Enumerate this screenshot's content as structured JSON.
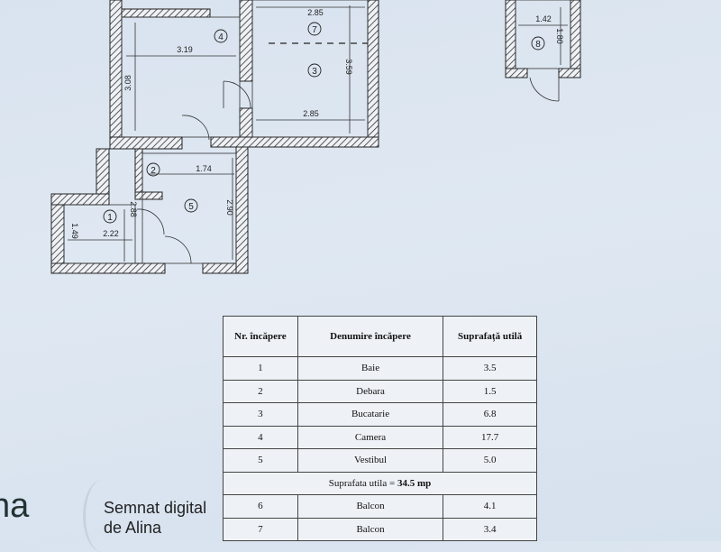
{
  "plan": {
    "rooms": [
      {
        "no": "1",
        "dims": [
          "2.22",
          "2.88",
          "1.49"
        ]
      },
      {
        "no": "2",
        "dims": []
      },
      {
        "no": "3",
        "dims": [
          "2.85",
          "3.59"
        ]
      },
      {
        "no": "4",
        "dims": [
          "3.19",
          "3.08"
        ]
      },
      {
        "no": "5",
        "dims": [
          "1.74",
          "2.90"
        ]
      },
      {
        "no": "7",
        "dims": [
          "2.85"
        ]
      },
      {
        "no": "8",
        "dims": [
          "1.42",
          "1.80"
        ]
      }
    ]
  },
  "table": {
    "headers": [
      "Nr. încăpere",
      "Denumire încăpere",
      "Suprafață utilă"
    ],
    "rows": [
      {
        "nr": "1",
        "name": "Baie",
        "area": "3.5"
      },
      {
        "nr": "2",
        "name": "Debara",
        "area": "1.5"
      },
      {
        "nr": "3",
        "name": "Bucatarie",
        "area": "6.8"
      },
      {
        "nr": "4",
        "name": "Camera",
        "area": "17.7"
      },
      {
        "nr": "5",
        "name": "Vestibul",
        "area": "5.0"
      }
    ],
    "total_label": "Suprafata utila = ",
    "total_value": "34.5 mp",
    "extra_rows": [
      {
        "nr": "6",
        "name": "Balcon",
        "area": "4.1"
      },
      {
        "nr": "7",
        "name": "Balcon",
        "area": "3.4"
      }
    ]
  },
  "stamp": {
    "large_text": "na",
    "signed_line1": "Semnat digital",
    "signed_line2": "de Alina"
  }
}
